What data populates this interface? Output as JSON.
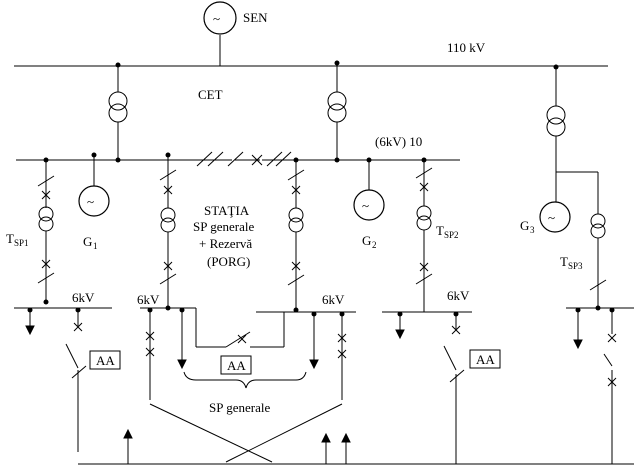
{
  "diagram": {
    "sources": [
      {
        "id": "sen",
        "label": "SEN"
      },
      {
        "id": "g1",
        "label": "G",
        "sub": "1"
      },
      {
        "id": "g2",
        "label": "G",
        "sub": "2"
      },
      {
        "id": "g3",
        "label": "G",
        "sub": "3"
      }
    ],
    "buses": [
      {
        "id": "b110",
        "label": "110 kV"
      },
      {
        "id": "b6main",
        "label": "(6kV) 10"
      },
      {
        "id": "bl",
        "label": "6kV"
      },
      {
        "id": "bml",
        "label": "6kV"
      },
      {
        "id": "bmr",
        "label": "6kV"
      },
      {
        "id": "br",
        "label": "6kV"
      }
    ],
    "transformers": [
      {
        "id": "tsp1",
        "label": "T",
        "sub": "SP1"
      },
      {
        "id": "tsp2",
        "label": "T",
        "sub": "SP2"
      },
      {
        "id": "tsp3",
        "label": "T",
        "sub": "SP3"
      }
    ],
    "cet_label": "CET",
    "station_lines": [
      "STAŢIA",
      "SP generale",
      "+ Rezervă",
      "(PORG)"
    ],
    "aa_labels": [
      "AA",
      "AA",
      "AA"
    ],
    "sp_generale_label": "SP generale",
    "colors": {
      "line": "#000000",
      "background": "#ffffff"
    }
  }
}
